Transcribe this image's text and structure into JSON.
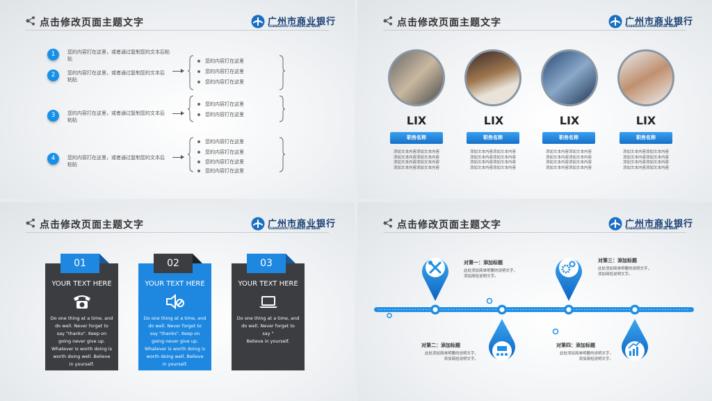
{
  "slide_title": "点击修改页面主题文字",
  "logo": {
    "name": "广州市商业银行",
    "sub": "GUANGZHOU COMMERCIAL BANK"
  },
  "slide1": {
    "items": [
      {
        "num": "1",
        "text": "您的内容打在这里，或者通过复制您的文本后粘贴"
      },
      {
        "num": "2",
        "text": "您的内容打在这里，或者通过复制您的文本后粘贴"
      },
      {
        "num": "3",
        "text": "您的内容打在这里，或者通过复制您的文本后粘贴"
      },
      {
        "num": "4",
        "text": "您的内容打在这里，或者通过复制您的文本后粘贴"
      }
    ],
    "bullet": "您的内容打在这里"
  },
  "slide2": {
    "people": [
      {
        "name": "LIX",
        "role": "职务名称",
        "desc": [
          "添加文本内容添加文本内容",
          "添加文本内容添加文本内容",
          "添加文本内容添加文本内容",
          "添加文本内容添加文本内容"
        ]
      },
      {
        "name": "LIX",
        "role": "职务名称",
        "desc": [
          "添加文本内容添加文本内容",
          "添加文本内容添加文本内容",
          "添加文本内容添加文本内容",
          "添加文本内容添加文本内容"
        ]
      },
      {
        "name": "LIX",
        "role": "职务名称",
        "desc": [
          "添加文本内容添加文本内容",
          "添加文本内容添加文本内容",
          "添加文本内容添加文本内容",
          "添加文本内容添加文本内容"
        ]
      },
      {
        "name": "LIX",
        "role": "职务名称",
        "desc": [
          "添加文本内容添加文本内容",
          "添加文本内容添加文本内容",
          "添加文本内容添加文本内容",
          "添加文本内容添加文本内容"
        ]
      }
    ]
  },
  "slide3": {
    "cards": [
      {
        "num": "01",
        "heading": "YOUR TEXT HERE",
        "icon": "telephone-icon",
        "lines": [
          "Do one thing at a time, and",
          "do well. Never forget to",
          "say \"thanks\". Keep on",
          "going never give up.",
          "Whatever is worth doing is",
          "worth doing well. Believe",
          "in yourself."
        ]
      },
      {
        "num": "02",
        "heading": "YOUR TEXT HERE",
        "icon": "mute-speaker-icon",
        "lines": [
          "Do one thing at a time, and",
          "do well. Never forget to",
          "say \"thanks\". Keep on",
          "going never give up.",
          "Whatever is worth doing is",
          "worth doing well. Believe",
          "in yourself."
        ]
      },
      {
        "num": "03",
        "heading": "YOUR TEXT HERE",
        "icon": "laptop-icon",
        "lines": [
          "Do one thing at a time, and",
          "do well. Never forget to",
          "say \"",
          "Believe in yourself."
        ]
      }
    ],
    "colors": {
      "dark": "#3b3d41",
      "blue": "#1e88e0"
    }
  },
  "slide4": {
    "points": [
      {
        "title": "对第一：添加标题",
        "desc": [
          "此处添加简单明要的说明文字，",
          "添加简短说明文字。"
        ],
        "icon": "tools-icon"
      },
      {
        "title": "对第二：添加标题",
        "desc": [
          "此处添加简单明要的说明文字，",
          "添加简短说明文字。"
        ],
        "icon": "team-icon"
      },
      {
        "title": "对第三：添加标题",
        "desc": [
          "此处添加简单明要的说明文字，",
          "添加简短说明文字。"
        ],
        "icon": "gears-icon"
      },
      {
        "title": "对第四：添加标题",
        "desc": [
          "此处添加简单明要的说明文字，",
          "添加简短说明文字。"
        ],
        "icon": "growth-chart-icon"
      }
    ]
  }
}
